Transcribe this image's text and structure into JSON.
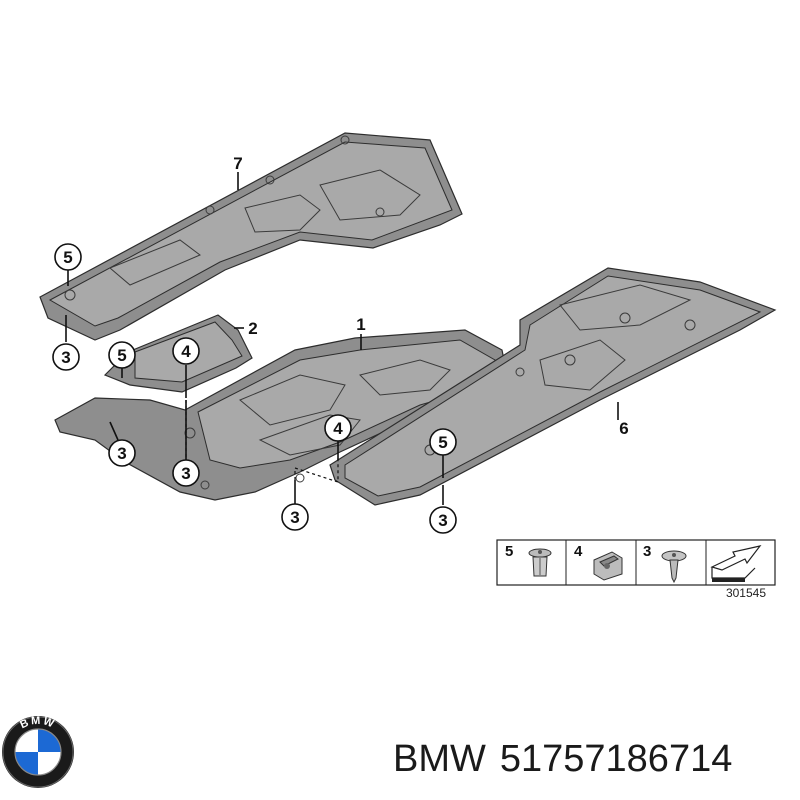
{
  "diagram": {
    "callouts": {
      "c7": "7",
      "c5a": "5",
      "c3a": "3",
      "c2": "2",
      "c1": "1",
      "c5b": "5",
      "c4a": "4",
      "c3b": "3",
      "c3c": "3",
      "c4b": "4",
      "c3d": "3",
      "c5c": "5",
      "c3e": "3",
      "c6": "6"
    },
    "legend": {
      "items": [
        "5",
        "4",
        "3"
      ],
      "diagram_id": "301545"
    }
  },
  "caption": {
    "brand": "BMW",
    "part_number": "51757186714"
  },
  "logo": {
    "letters": "BMW",
    "colors": {
      "blue": "#1c69d4",
      "white": "#ffffff",
      "ring": "#1a1a1a"
    }
  }
}
